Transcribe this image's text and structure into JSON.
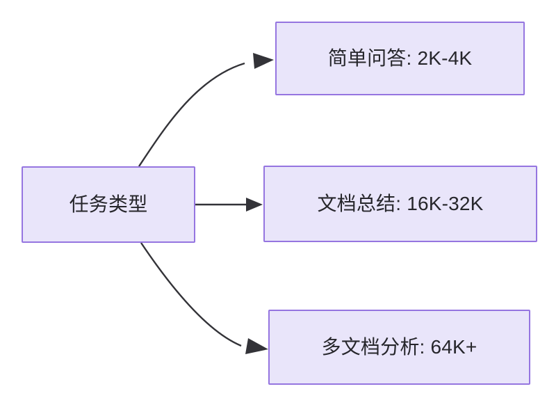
{
  "diagram": {
    "type": "flowchart",
    "direction": "left-to-right",
    "background_color": "#ffffff",
    "node_fill_color": "#e9e5fa",
    "node_border_color": "#9575e0",
    "node_text_color": "#26262b",
    "edge_color": "#333338",
    "source": {
      "label": "任务类型"
    },
    "branches": [
      {
        "label": "简单问答: 2K-4K"
      },
      {
        "label": "文档总结: 16K-32K"
      },
      {
        "label": "多文档分析: 64K+"
      }
    ]
  }
}
